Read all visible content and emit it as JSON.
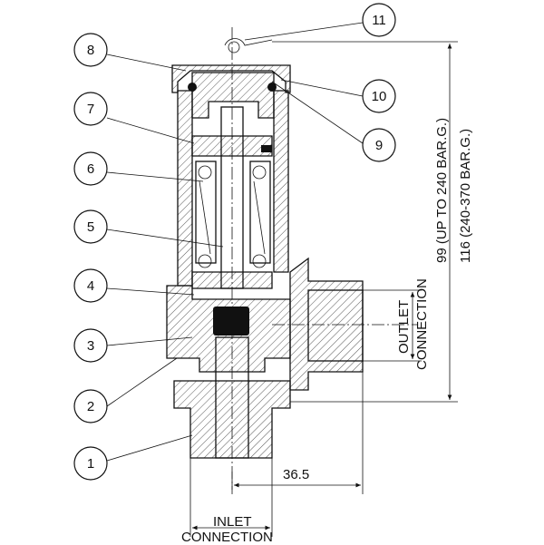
{
  "callouts": [
    {
      "id": "1",
      "label": "1"
    },
    {
      "id": "2",
      "label": "2"
    },
    {
      "id": "3",
      "label": "3"
    },
    {
      "id": "4",
      "label": "4"
    },
    {
      "id": "5",
      "label": "5"
    },
    {
      "id": "6",
      "label": "6"
    },
    {
      "id": "7",
      "label": "7"
    },
    {
      "id": "8",
      "label": "8"
    },
    {
      "id": "9",
      "label": "9"
    },
    {
      "id": "10",
      "label": "10"
    },
    {
      "id": "11",
      "label": "11"
    }
  ],
  "dimensions": {
    "height_primary": "99  (UP TO 240 BAR.G.)",
    "height_secondary": "116  (240-370 BAR.G.)",
    "horizontal_offset": "36.5"
  },
  "connections": {
    "outlet_line1": "OUTLET",
    "outlet_line2": "CONNECTION",
    "inlet_line1": "INLET",
    "inlet_line2": "CONNECTION"
  }
}
